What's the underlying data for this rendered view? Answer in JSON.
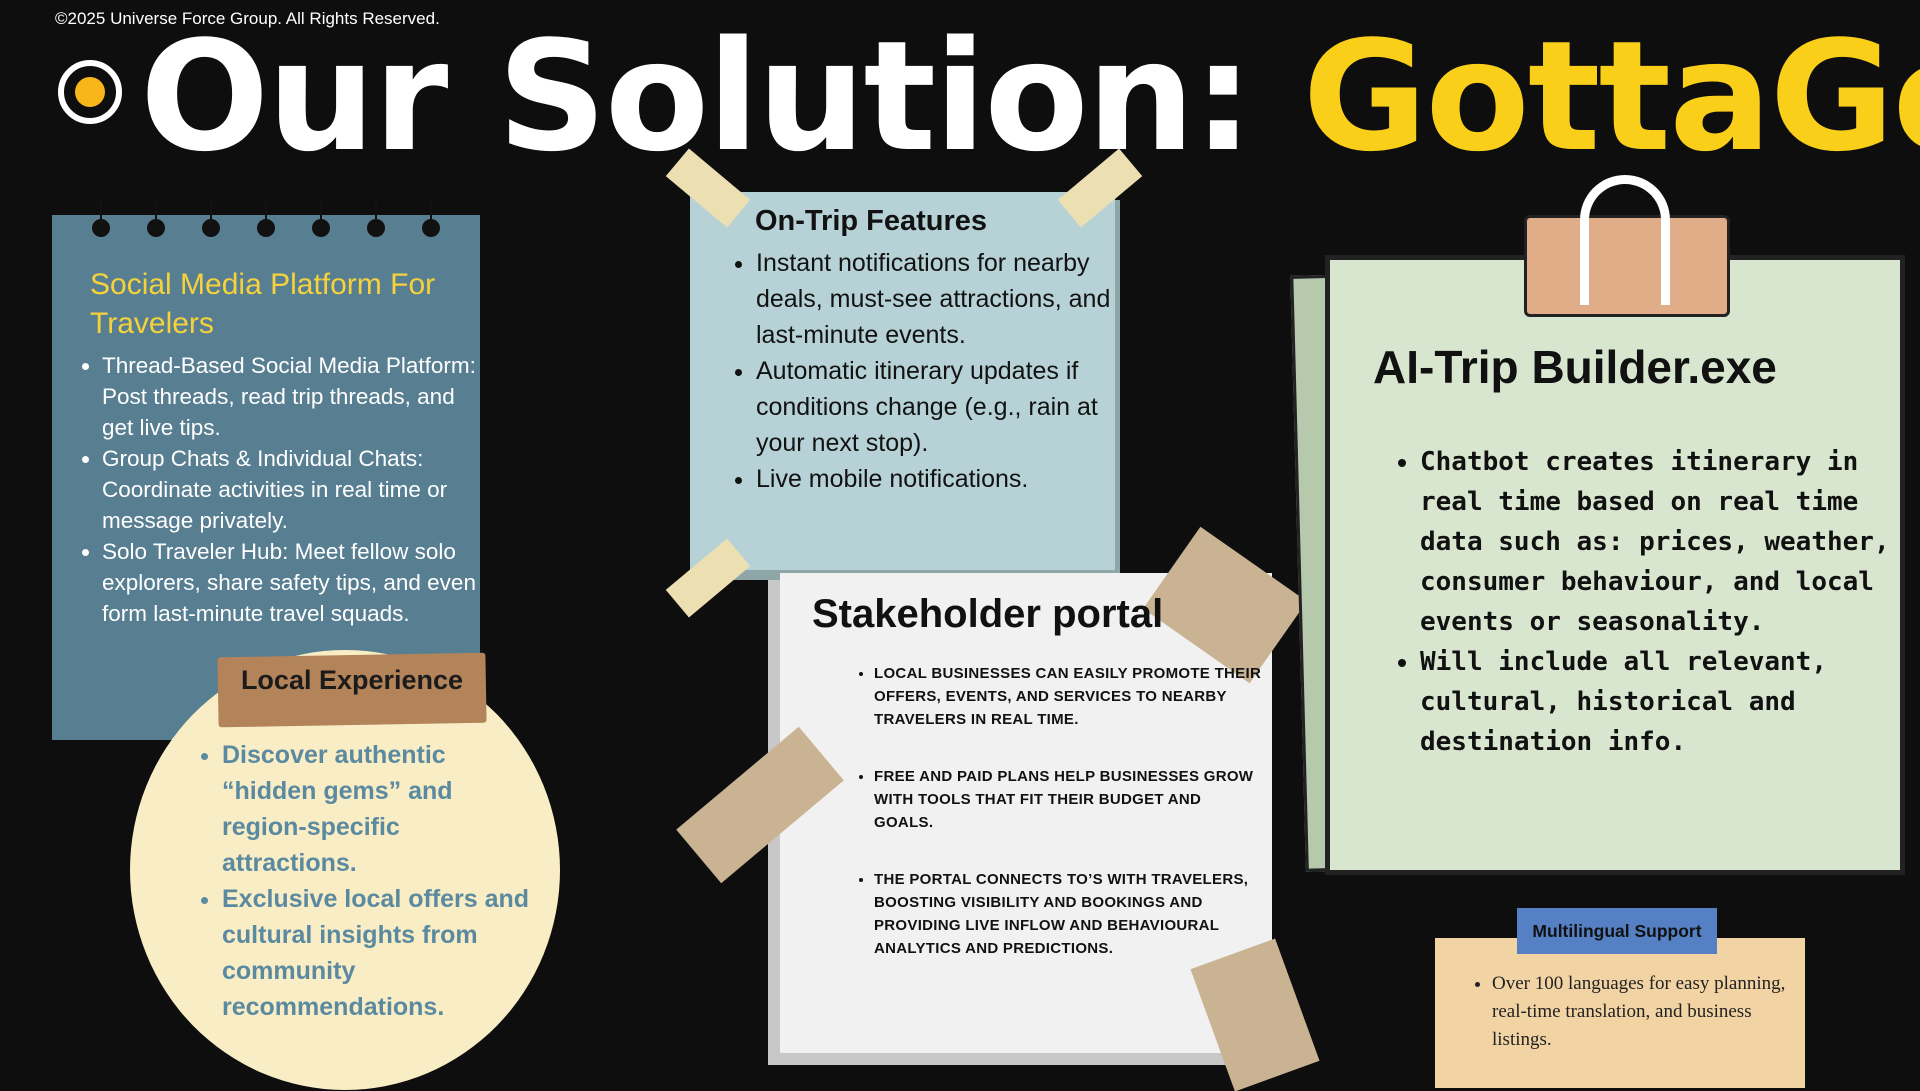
{
  "header": {
    "copyright": "©2025 Universe Force Group. All Rights Reserved.",
    "title_prefix": "Our Solution: ",
    "title_brand": "GottaGo"
  },
  "social": {
    "heading": "Social Media Platform For Travelers",
    "items": [
      "Thread-Based Social Media Platform: Post threads, read trip threads, and get live tips.",
      "Group Chats & Individual Chats: Coordinate activities in real time or message privately.",
      "Solo Traveler Hub: Meet fellow solo explorers, share safety tips, and even form last-minute travel squads."
    ]
  },
  "local": {
    "heading": "Local Experience",
    "items": [
      "Discover authentic “hidden gems” and region-specific attractions.",
      "Exclusive local offers and cultural insights from community recommendations."
    ]
  },
  "ontrip": {
    "heading": "On-Trip Features",
    "items": [
      "Instant notifications for nearby deals, must-see attractions, and last-minute events.",
      "Automatic itinerary updates if conditions change (e.g., rain at your next stop).",
      "Live mobile notifications."
    ]
  },
  "stakeholder": {
    "heading": "Stakeholder portal",
    "items": [
      "Local businesses can easily promote their offers, events, and services to nearby travelers in real time.",
      "Free and paid plans help businesses grow with tools that fit their budget and goals.",
      "The portal connects TO’s with travelers, boosting visibility and bookings and providing live inflow and behavioural analytics and predictions."
    ]
  },
  "ai": {
    "heading": "AI-Trip Builder.exe",
    "items": [
      "Chatbot  creates itinerary in real time based on real time data such as: prices, weather, consumer behaviour, and local events or seasonality.",
      "Will include all relevant, cultural, historical and destination info."
    ]
  },
  "multilingual": {
    "label": "Multilingual Support",
    "items": [
      "Over 100 languages for easy planning, real-time translation, and business listings."
    ]
  }
}
